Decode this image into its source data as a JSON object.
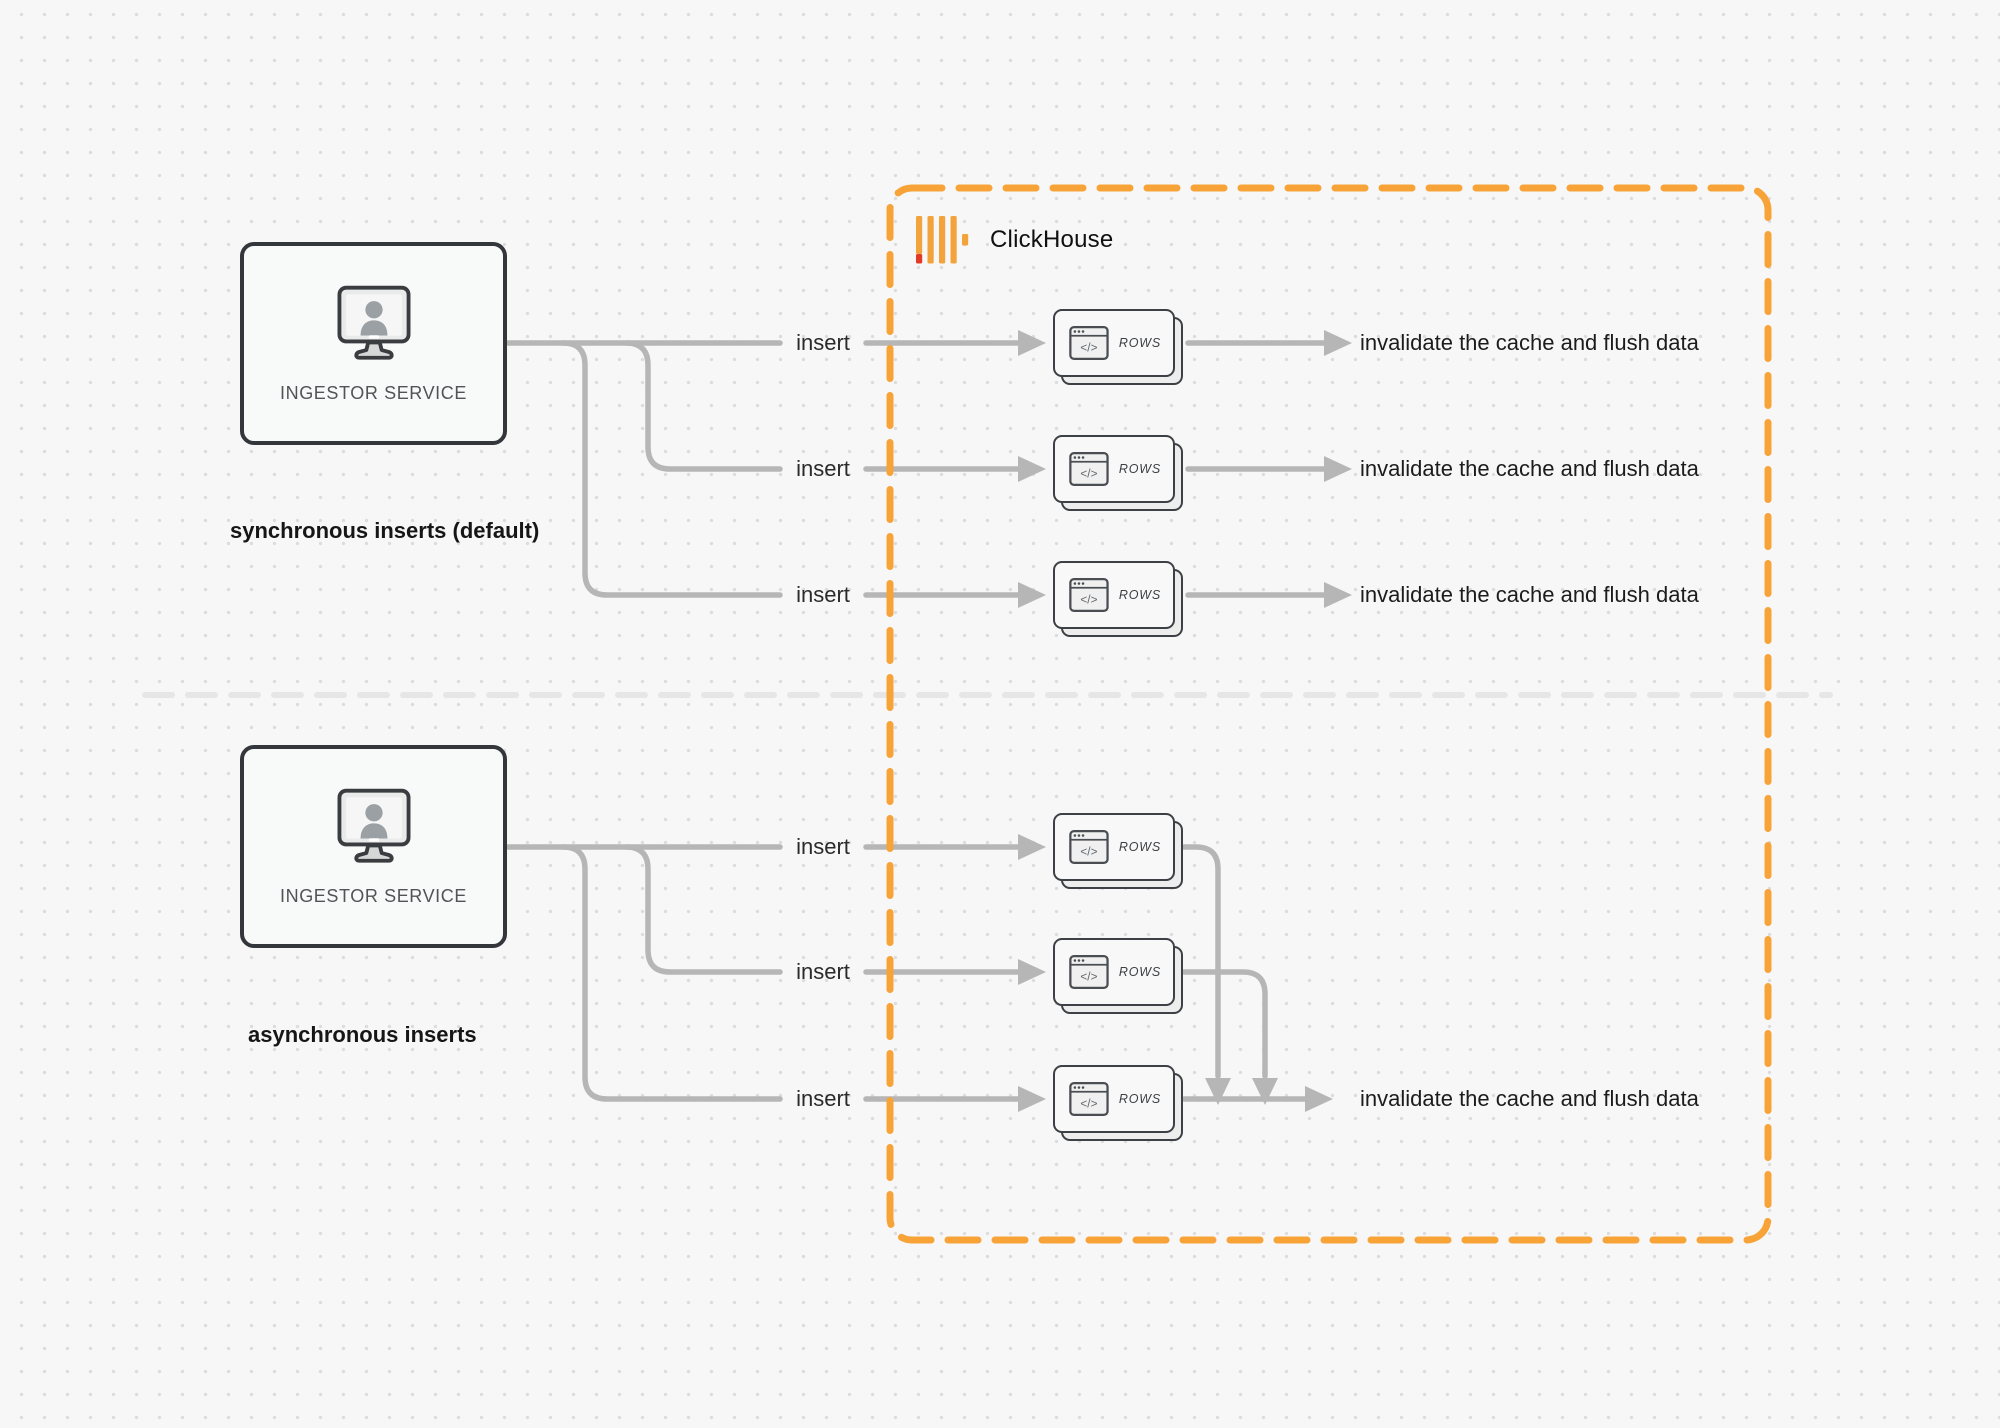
{
  "diagram": {
    "clickhouse": {
      "label": "ClickHouse"
    },
    "sync": {
      "service": "INGESTOR SERVICE",
      "caption": "synchronous inserts (default)",
      "rows": [
        {
          "insert": "insert",
          "card": "ROWS",
          "result": "invalidate the cache and flush data"
        },
        {
          "insert": "insert",
          "card": "ROWS",
          "result": "invalidate the cache and flush data"
        },
        {
          "insert": "insert",
          "card": "ROWS",
          "result": "invalidate the cache and flush data"
        }
      ]
    },
    "async": {
      "service": "INGESTOR SERVICE",
      "caption": "asynchronous inserts",
      "rows": [
        {
          "insert": "insert",
          "card": "ROWS"
        },
        {
          "insert": "insert",
          "card": "ROWS"
        },
        {
          "insert": "insert",
          "card": "ROWS"
        }
      ],
      "result": "invalidate the cache and flush data"
    },
    "icons": {
      "service_icon": "monitor-user-icon",
      "card_icon": "code-window-icon",
      "logo_icon": "clickhouse-logo"
    },
    "colors": {
      "accent_orange": "#F7A338",
      "logo_yellow": "#F2A33C",
      "logo_red": "#E23B25",
      "line_gray": "#B6B6B6",
      "divider_gray": "#E6E6E6"
    }
  }
}
